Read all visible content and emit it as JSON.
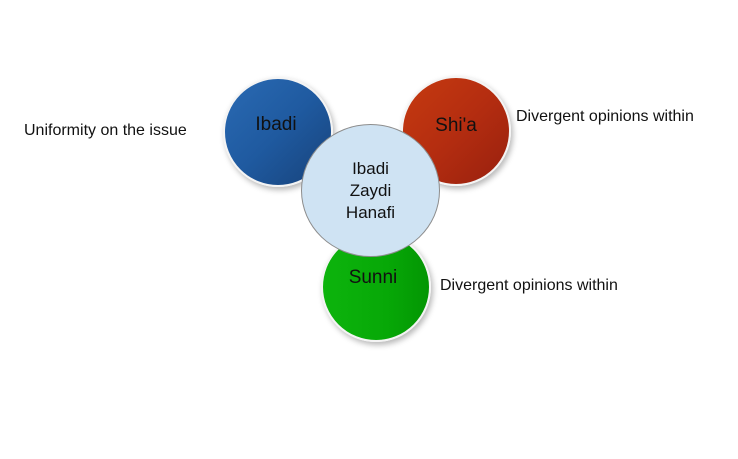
{
  "diagram": {
    "type": "overlapping-circles",
    "center": {
      "lines": [
        "Ibadi",
        "Zaydi",
        "Hanafi"
      ],
      "color": "#cfe3f3"
    },
    "nodes": [
      {
        "id": "ibadi",
        "label": "Ibadi",
        "color": "#1f5aa0",
        "annotation": "Uniformity on the issue",
        "position": "top-left"
      },
      {
        "id": "shia",
        "label": "Shi'a",
        "color": "#b42d10",
        "annotation": "Divergent opinions within",
        "position": "top-right"
      },
      {
        "id": "sunni",
        "label": "Sunni",
        "color": "#07a807",
        "annotation": "Divergent opinions within",
        "position": "bottom"
      }
    ]
  }
}
